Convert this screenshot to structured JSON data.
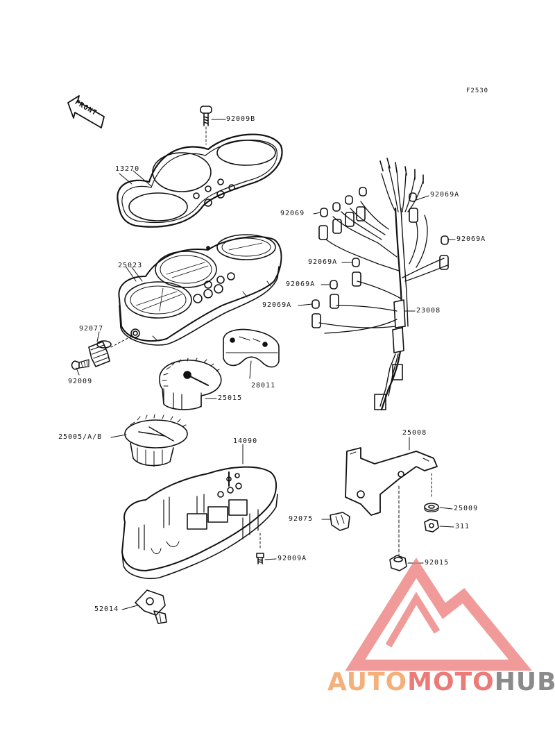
{
  "figure_code": "F2530",
  "front_label": "FRONT",
  "callouts": [
    "92009B",
    "13270",
    "25023",
    "92077",
    "92009",
    "28011",
    "25015",
    "25005/A/B",
    "14090",
    "92009A",
    "52014",
    "92069A",
    "92069",
    "92069A",
    "92069A",
    "92069A",
    "92069A",
    "23008",
    "25008",
    "25009",
    "92075",
    "311",
    "92015"
  ],
  "watermark": {
    "part1": "AUTO",
    "part2": "MOTO",
    "part3": "HUB",
    "colors": {
      "auto": "#f4b07a",
      "moto": "#ec7a77",
      "hub": "#8b8b8b"
    }
  }
}
